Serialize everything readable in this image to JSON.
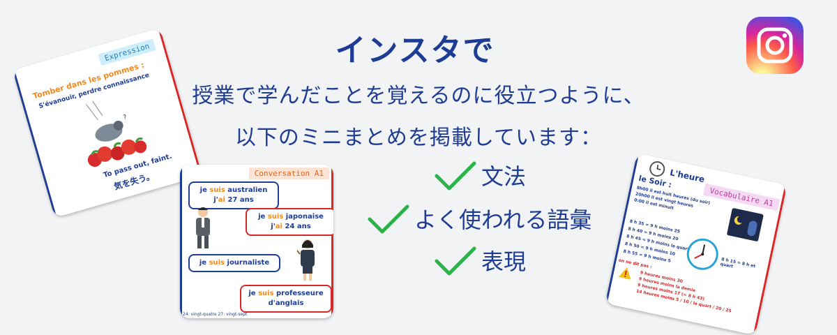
{
  "headline": "インスタで",
  "subtitle_line1": "授業で学んだことを覚えるのに役立つように、",
  "subtitle_line2": "以下のミニまとめを掲載しています：",
  "features": [
    {
      "label": "文法"
    },
    {
      "label": "よく使われる語彙"
    },
    {
      "label": "表現"
    }
  ],
  "colors": {
    "accent": "#1e3c93",
    "check": "#29b34a",
    "red": "#d92626",
    "orange": "#f08a22"
  },
  "icons": {
    "instagram": "instagram-icon",
    "check": "checkmark-icon"
  },
  "card_expression": {
    "tag": "Expression",
    "title": "Tomber dans les pommes :",
    "definition": "S'évanouir, perdre connaissance",
    "english": "To pass out, faint.",
    "japanese": "気を失う。"
  },
  "card_conversation": {
    "tag": "Conversation A1",
    "b1_l1_a": "je ",
    "b1_l1_b": "suis",
    "b1_l1_c": " australien",
    "b1_l2_a": "j'",
    "b1_l2_b": "ai",
    "b1_l2_c": " 27 ans",
    "b2_l1_a": "je ",
    "b2_l1_b": "suis",
    "b2_l1_c": " japonaise",
    "b2_l2_a": "j'",
    "b2_l2_b": "ai",
    "b2_l2_c": " 24 ans",
    "b3_a": "je ",
    "b3_b": "suis",
    "b3_c": " journaliste",
    "b4_l1_a": "je ",
    "b4_l1_b": "suis",
    "b4_l1_c": " professeure",
    "b4_l2": "d'anglais",
    "footer": "24: vingt-quatre 27: vingt-sept"
  },
  "card_heure": {
    "tag": "Vocabulaire A1",
    "title": "L'heure",
    "subtitle": "le Soir :",
    "lines": [
      "8h00 il est huit heures (du soir)",
      "20h00 il est vingt heures",
      "0:00 il est minuit"
    ],
    "times": [
      "8 h 35 = 9 h moins 25",
      "8 h 40 = 9 h moins 20",
      "8 h 45 = 9 h moins le quart",
      "8 h 50 = 9 h moins 10",
      "8 h 55 = 9 h moins 5"
    ],
    "side": "8 h 15 = 8 h et quart",
    "warning": "on ne dit pas :",
    "wrong": [
      "9 heures moins 30",
      "9 heures moins la demie",
      "9 heures moins 17 (= 8 h 43)",
      "14 heures moins 5 / 10 / le quart / 20 / 25"
    ]
  }
}
